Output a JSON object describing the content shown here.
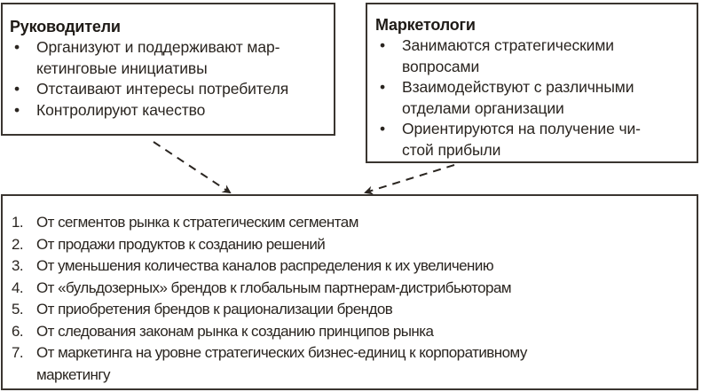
{
  "diagram": {
    "managers": {
      "title": "Руководители",
      "bullet_glyph": "•",
      "items": [
        "Организуют и поддерживают мар-кетинговые инициативы",
        "Отстаивают интересы потребителя",
        "Контролируют качество"
      ]
    },
    "marketers": {
      "title": "Маркетологи",
      "bullet_glyph": "•",
      "items": [
        "Занимаются стратегическими вопросами",
        "Взаимодействуют с различными отделами организации",
        "Ориентируются на получение чи-стой прибыли"
      ]
    },
    "shifts": {
      "items": [
        {
          "num": "1.",
          "text": "От сегментов рынка к стратегическим сегментам"
        },
        {
          "num": "2.",
          "text": "От продажи продуктов к созданию решений"
        },
        {
          "num": "3.",
          "text": "От уменьшения количества каналов распределения к их увеличению"
        },
        {
          "num": "4.",
          "text": "От «бульдозерных» брендов к глобальным партнерам-дистрибьюторам"
        },
        {
          "num": "5.",
          "text": "От приобретения брендов к рационализации брендов"
        },
        {
          "num": "6.",
          "text": "От следования законам рынка к созданию принципов рынка"
        },
        {
          "num": "7.",
          "text": "От маркетинга на уровне стратегических бизнес-единиц к корпоративному маркетингу"
        }
      ]
    },
    "arrows": [
      {
        "from": "managers",
        "to": "shifts",
        "style": "dashed"
      },
      {
        "from": "marketers",
        "to": "shifts",
        "style": "dashed"
      }
    ],
    "colors": {
      "line": "#3a3530",
      "text": "#2a2520",
      "background": "#ffffff"
    }
  }
}
